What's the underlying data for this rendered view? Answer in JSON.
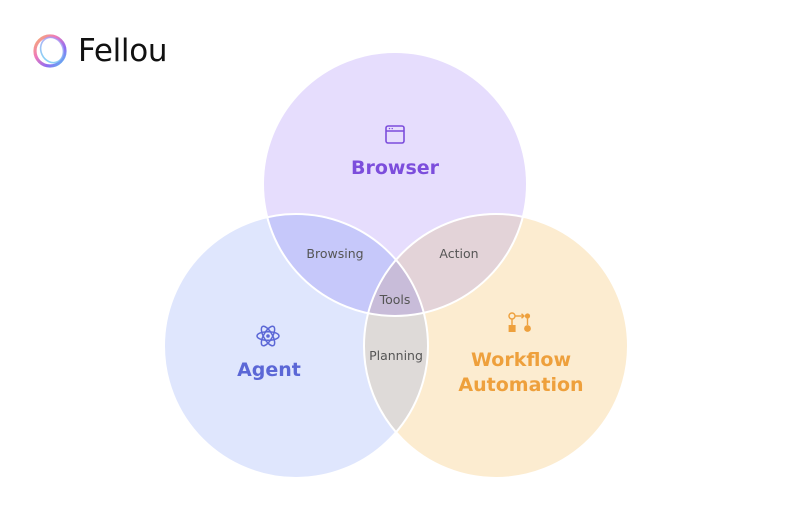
{
  "brand": {
    "name": "Fellou",
    "logo_icon": "fellou-ring-logo"
  },
  "diagram": {
    "type": "venn",
    "sets": [
      {
        "key": "browser",
        "label": "Browser",
        "icon": "browser-window-icon",
        "fill": "#e6ddfd",
        "text_color": "#7c4ddc"
      },
      {
        "key": "agent",
        "label": "Agent",
        "icon": "atom-icon",
        "fill": "#dfe6fd",
        "text_color": "#5b67d6"
      },
      {
        "key": "workflow",
        "label_lines": [
          "Workflow",
          "Automation"
        ],
        "icon": "workflow-nodes-icon",
        "fill": "#fcecd0",
        "text_color": "#eea03c"
      }
    ],
    "overlaps": {
      "browser_agent": "Browsing",
      "browser_workflow": "Action",
      "agent_workflow": "Planning",
      "center": "Tools"
    },
    "overlap_colors": {
      "browser_agent": "#c6c8fa",
      "browser_workflow": "#e3d3d8",
      "agent_workflow": "#dedad8",
      "center": "#c8bcd9"
    }
  }
}
